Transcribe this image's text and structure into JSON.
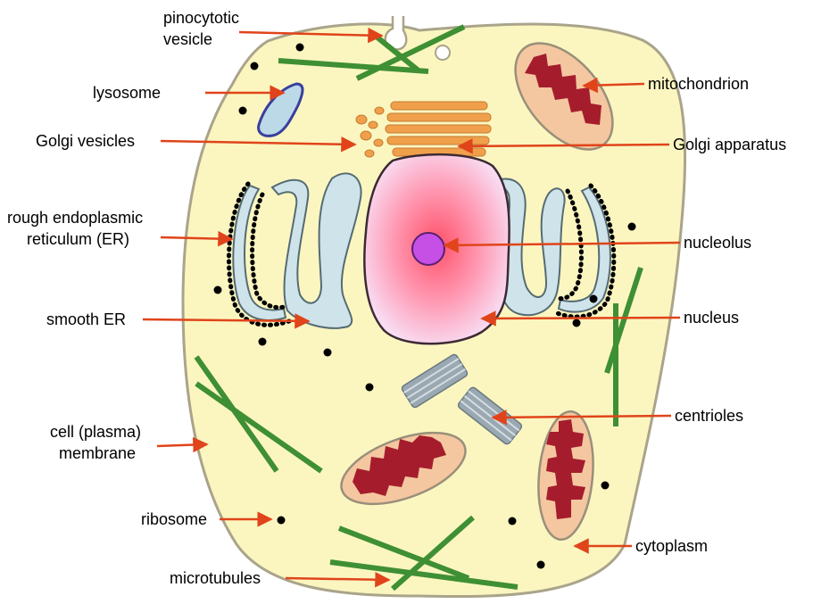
{
  "labels": {
    "pinocytotic_vesicle": [
      "pinocytotic",
      "vesicle"
    ],
    "lysosome": "lysosome",
    "golgi_vesicles": "Golgi vesicles",
    "rough_er": [
      "rough endoplasmic",
      "reticulum (ER)"
    ],
    "smooth_er": "smooth ER",
    "cell_membrane": [
      "cell (plasma)",
      "membrane"
    ],
    "ribosome": "ribosome",
    "microtubules": "microtubules",
    "mitochondrion": "mitochondrion",
    "golgi_apparatus": "Golgi apparatus",
    "nucleolus": "nucleolus",
    "nucleus": "nucleus",
    "centrioles": "centrioles",
    "cytoplasm": "cytoplasm"
  },
  "colors": {
    "cytoplasm": "#fbf6c0",
    "membrane": "#a9a48a",
    "microtubule": "#3f8f34",
    "mito_outer": "#f4c7a0",
    "mito_inner": "#a51d2d",
    "golgi": "#f0a04b",
    "nucleus_core": "#ff6f7f",
    "nucleus_edge": "#f9dcf0",
    "nucleolus": "#c64fe6",
    "er_fill": "#cfe3ea",
    "lysosome_fill": "#bcd9e8",
    "lysosome_edge": "#3a3f9e",
    "centriole": "#9aa8b2",
    "arrow": "#e0441a"
  }
}
